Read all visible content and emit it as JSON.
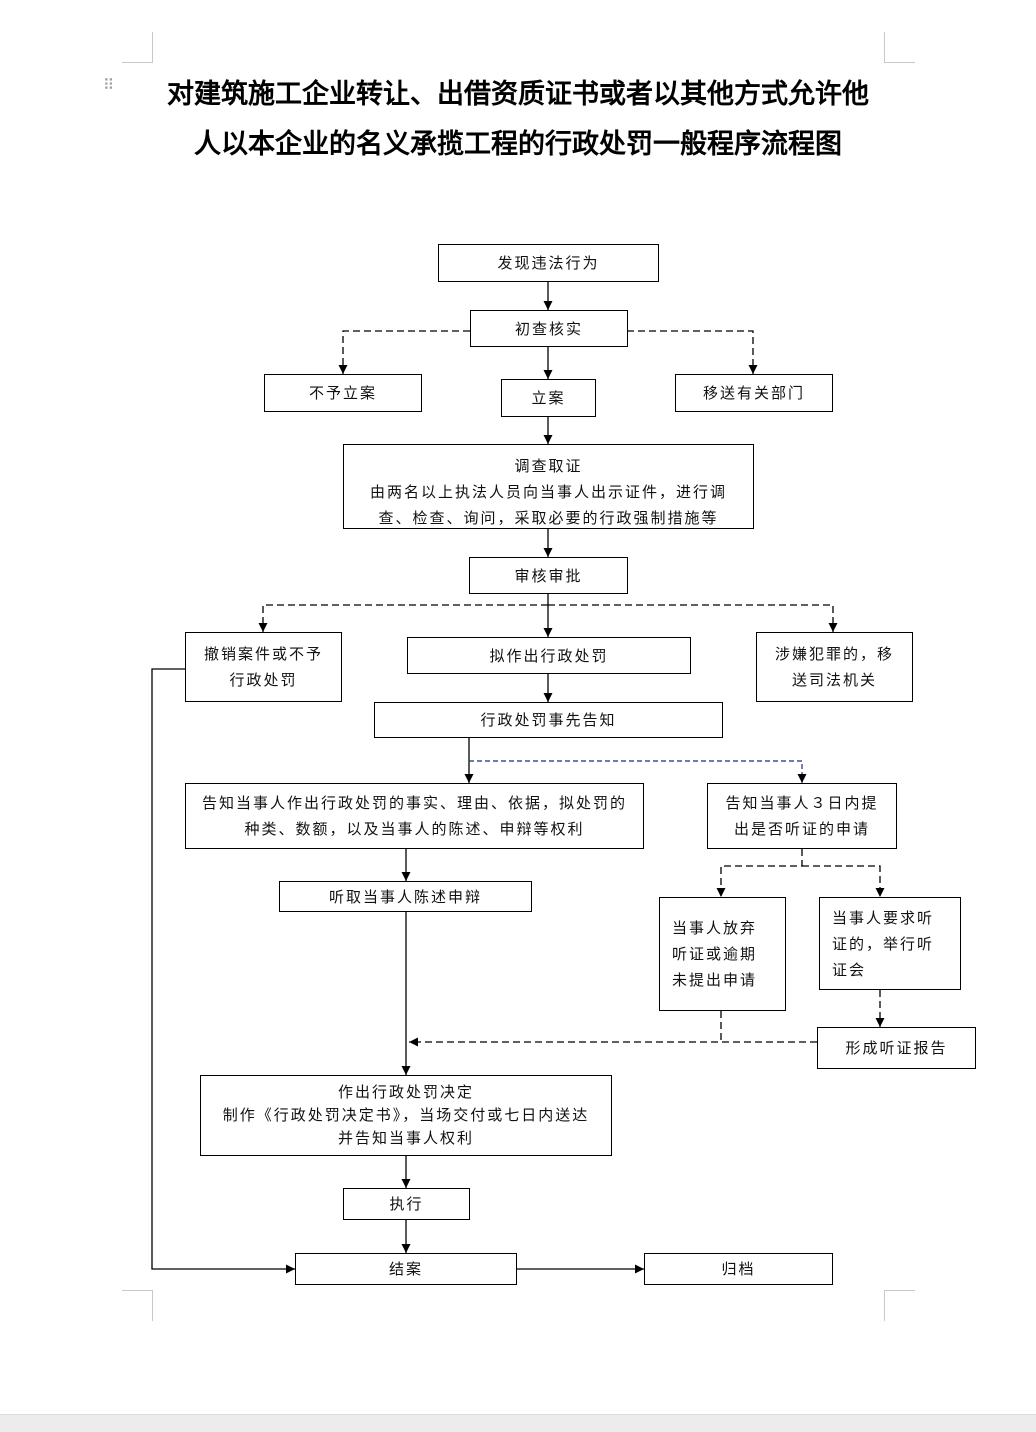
{
  "title": {
    "line1": "对建筑施工企业转让、出借资质证书或者以其他方式允许他",
    "line2": "人以本企业的名义承揽工程的行政处罚一般程序流程图"
  },
  "nodes": {
    "discover": "发现违法行为",
    "initial_check": "初查核实",
    "no_case": "不予立案",
    "file_case": "立案",
    "transfer_dept": "移送有关部门",
    "investigate": {
      "title": "调查取证",
      "line1": "由两名以上执法人员向当事人出示证件，进行调",
      "line2": "查、检查、询问，采取必要的行政强制措施等"
    },
    "review": "审核审批",
    "revoke": {
      "line1": "撤销案件或不予",
      "line2": "行政处罚"
    },
    "propose": "拟作出行政处罚",
    "crime": {
      "line1": "涉嫌犯罪的，移",
      "line2": "送司法机关"
    },
    "prior_notice": "行政处罚事先告知",
    "notify_facts": {
      "line1": "告知当事人作出行政处罚的事实、理由、依据，拟处罚的",
      "line2": "种类、数额，以及当事人的陈述、申辩等权利"
    },
    "notify_hearing": {
      "line1": "告知当事人３日内提",
      "line2": "出是否听证的申请"
    },
    "hear_statement": "听取当事人陈述申辩",
    "waive_hearing": {
      "line1": "当事人放弃",
      "line2": "听证或逾期",
      "line3": "未提出申请"
    },
    "request_hearing": {
      "line1": "当事人要求听",
      "line2": "证的，举行听",
      "line3": "证会"
    },
    "hearing_report": "形成听证报告",
    "decision": {
      "title": "作出行政处罚决定",
      "line1": "制作《行政处罚决定书》，当场交付或七日内送达",
      "line2": "并告知当事人权利"
    },
    "execute": "执行",
    "close_case": "结案",
    "archive": "归档"
  }
}
